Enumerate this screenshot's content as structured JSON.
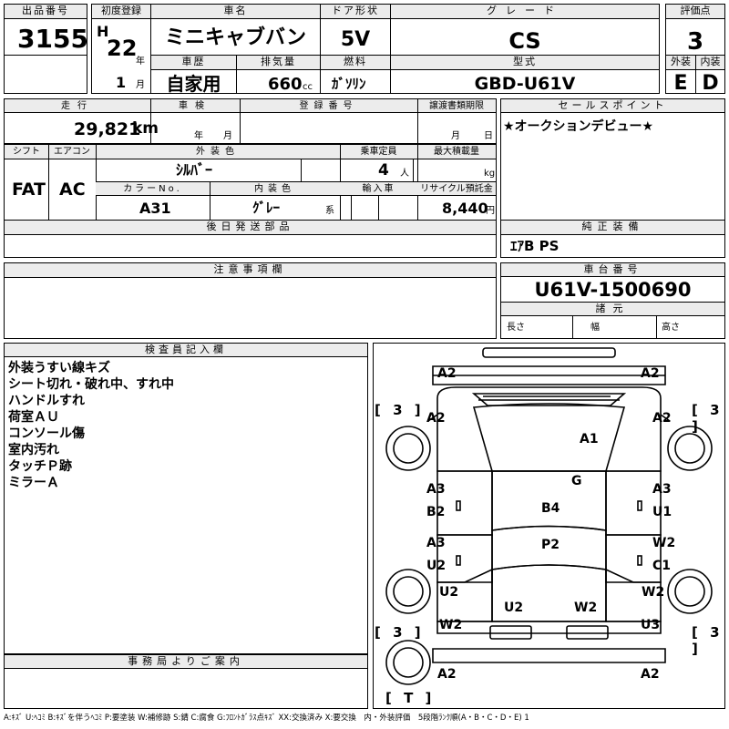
{
  "header": {
    "lot_label": "出品番号",
    "lot_value": "3155",
    "first_reg_label": "初度登録",
    "era": "H",
    "year": "22",
    "year_unit": "年",
    "month": "1",
    "month_unit": "月",
    "car_name_label": "車名",
    "car_name": "ミニキャブバン",
    "door_label": "ドア形状",
    "door": "5V",
    "grade_label": "グレード",
    "grade": "CS",
    "score_label": "評価点",
    "score": "3",
    "history_label": "車歴",
    "history": "自家用",
    "displacement_label": "排気量",
    "displacement": "660",
    "displacement_unit": "cc",
    "fuel_label": "燃料",
    "fuel": "ｶﾞｿﾘﾝ",
    "model_label": "型式",
    "model": "GBD-U61V",
    "exterior_label": "外装",
    "exterior_grade": "E",
    "interior_label": "内装",
    "interior_grade": "D"
  },
  "row2": {
    "mileage_label": "走行",
    "mileage": "29,821",
    "mileage_unit": "km",
    "inspection_label": "車検",
    "inspection_year_unit": "年",
    "inspection_month_unit": "月",
    "reg_no_label": "登録番号",
    "transfer_label": "譲渡書類期限",
    "transfer_month_unit": "月",
    "transfer_day_unit": "日",
    "sales_point_label": "セールスポイント",
    "sales_point": "★オークションデビュー★"
  },
  "row3": {
    "shift_label": "シフト",
    "shift": "FAT",
    "aircon_label": "エアコン",
    "aircon": "AC",
    "ext_color_label": "外装色",
    "ext_color": "ｼﾙﾊﾞｰ",
    "capacity_label": "乗車定員",
    "capacity": "4",
    "capacity_unit": "人",
    "max_load_label": "最大積載量",
    "max_load_unit": "kg",
    "color_no_label": "カラーNo.",
    "color_no": "A31",
    "int_color_label": "内装色",
    "int_color": "ｸﾞﾚｰ",
    "int_color_unit": "系",
    "import_label": "輸入車",
    "recycle_label": "リサイクル預託金",
    "recycle": "8,440",
    "recycle_unit": "円"
  },
  "parts_label": "後日発送部品",
  "genuine_label": "純正装備",
  "genuine": "ｴｱB PS",
  "notes_label": "注意事項欄",
  "chassis_label": "車台番号",
  "chassis": "U61V-1500690",
  "specs_label": "諸元",
  "length_label": "長さ",
  "width_label": "幅",
  "height_label": "高さ",
  "inspector_label": "検査員記入欄",
  "inspector_notes": [
    "外装うすい線キズ",
    "シート切れ・破れ中、すれ中",
    "ハンドルすれ",
    "荷室ＡＵ",
    "コンソール傷",
    "室内汚れ",
    "タッチＰ跡",
    "ミラーＡ"
  ],
  "office_label": "事務局よりご案内",
  "diagram": {
    "front_left": "A2",
    "front_right": "A2",
    "tire_fl": "[ 3 ]",
    "tire_fr": "[ 3 ]",
    "fender_l": "A2",
    "fender_r": "A2",
    "hood": "A1",
    "roof_g": "G",
    "door_l1": "A3",
    "door_l2": "B2",
    "door_r1": "A3",
    "door_r2": "U1",
    "roof": "B4",
    "door_l3": "A3",
    "door_l4": "U2",
    "door_r3": "W2",
    "door_r4": "C1",
    "cargo": "P2",
    "quarter_l": "U2",
    "quarter_r": "W2",
    "rear_l": "U2",
    "rear_r": "W2",
    "qp_l": "W2",
    "qp_r": "U3",
    "tire_rl": "[ 3 ]",
    "tire_rr": "[ 3 ]",
    "bumper_l": "A2",
    "bumper_r": "A2",
    "spare": "[ T ]"
  },
  "legend": "A:ｷｽﾞ U:ﾍｺﾐ B:ｷｽﾞを伴うﾍｺﾐ P:要塗装 W:補修跡 S:錆 C:腐食 G:ﾌﾛﾝﾄｶﾞﾗｽ点ｷｽﾞ XX:交換済み X:要交換　内・外装評価　5段階ﾗﾝｸ順(A・B・C・D・E) 1"
}
